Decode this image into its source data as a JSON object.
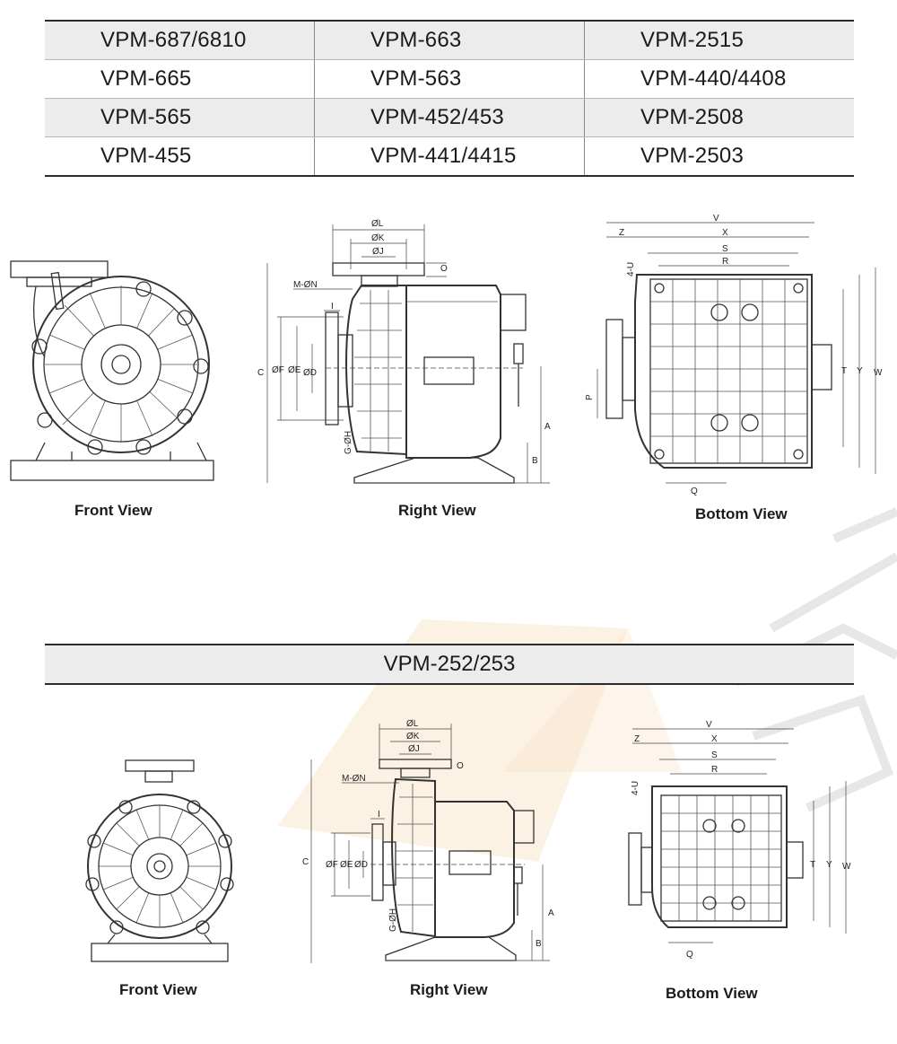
{
  "models_table": [
    [
      "VPM-687/6810",
      "VPM-663",
      "VPM-2515"
    ],
    [
      "VPM-665",
      "VPM-563",
      "VPM-440/4408"
    ],
    [
      "VPM-565",
      "VPM-452/453",
      "VPM-2508"
    ],
    [
      "VPM-455",
      "VPM-441/4415",
      "VPM-2503"
    ]
  ],
  "section2_title": "VPM-252/253",
  "view_labels": {
    "front": "Front View",
    "right": "Right View",
    "bottom": "Bottom View"
  },
  "dims": {
    "L": "ØL",
    "K": "ØK",
    "J": "ØJ",
    "O": "O",
    "MN": "M-ØN",
    "I": "I",
    "C": "C",
    "F": "ØF",
    "E": "ØE",
    "D": "ØD",
    "GH": "G-ØH",
    "A": "A",
    "B": "B",
    "V": "V",
    "Z": "Z",
    "X": "X",
    "S": "S",
    "R": "R",
    "U4": "4-U",
    "P": "P",
    "T": "T",
    "Y": "Y",
    "W": "W",
    "Q": "Q"
  },
  "colors": {
    "line": "#333333",
    "table_shade": "#ececec",
    "watermark": "#f6a04b"
  }
}
